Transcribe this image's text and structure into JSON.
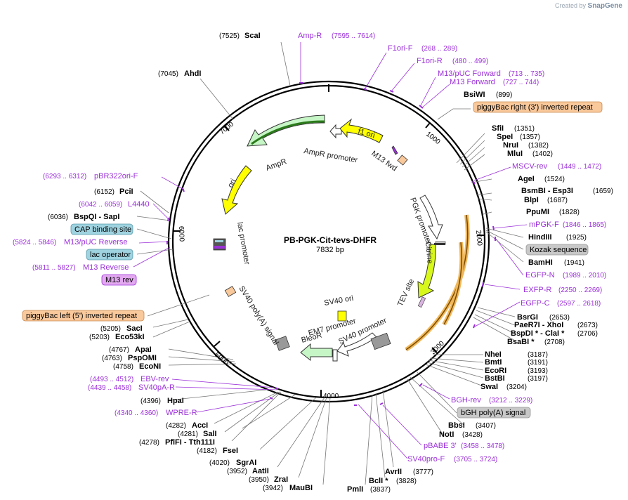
{
  "watermark": {
    "prefix": "Created by",
    "brand": "SnapGene"
  },
  "plasmid": {
    "name": "PB-PGK-Cit-tevs-DHFR",
    "length_label": "7832 bp",
    "length": 7832
  },
  "ticks": [
    "1000",
    "2000",
    "3000",
    "4000",
    "5000",
    "6000",
    "7000"
  ],
  "sites_right": [
    {
      "name": "BsiWI",
      "pos": "(899)"
    },
    {
      "name": "SfiI",
      "pos": "(1351)"
    },
    {
      "name": "SpeI",
      "pos": "(1357)"
    },
    {
      "name": "NruI",
      "pos": "(1382)"
    },
    {
      "name": "MluI",
      "pos": "(1402)"
    },
    {
      "name": "AgeI",
      "pos": "(1524)"
    },
    {
      "name": "BsmBI  - Esp3I",
      "pos": "(1659)"
    },
    {
      "name": "BlpI",
      "pos": "(1687)"
    },
    {
      "name": "PpuMI",
      "pos": "(1828)"
    },
    {
      "name": "HindIII",
      "pos": "(1925)"
    },
    {
      "name": "BamHI",
      "pos": "(1941)"
    },
    {
      "name": "BsrGI",
      "pos": "(2653)"
    },
    {
      "name": "PaeR7I  - XhoI",
      "pos": "(2673)"
    },
    {
      "name": "BspDI *  - ClaI *",
      "pos": "(2706)"
    },
    {
      "name": "BsaBI *",
      "pos": "(2708)"
    },
    {
      "name": "NheI",
      "pos": "(3187)"
    },
    {
      "name": "BmtI",
      "pos": "(3191)"
    },
    {
      "name": "EcoRI",
      "pos": "(3193)"
    },
    {
      "name": "BstBI",
      "pos": "(3197)"
    },
    {
      "name": "SwaI",
      "pos": "(3204)"
    },
    {
      "name": "BbsI",
      "pos": "(3407)"
    },
    {
      "name": "NotI",
      "pos": "(3428)"
    }
  ],
  "sites_bottom": [
    {
      "name": "AvrII",
      "pos": "(3777)"
    },
    {
      "name": "BclI *",
      "pos": "(3828)"
    },
    {
      "name": "PmlI",
      "pos": "(3837)"
    },
    {
      "name": "MauBI",
      "pos": "(3942)"
    },
    {
      "name": "ZraI",
      "pos": "(3950)"
    },
    {
      "name": "AatII",
      "pos": "(3952)"
    },
    {
      "name": "SgrAI",
      "pos": "(4020)"
    },
    {
      "name": "FseI",
      "pos": "(4182)"
    },
    {
      "name": "PflFI  - Tth111I",
      "pos": "(4278)"
    },
    {
      "name": "SalI",
      "pos": "(4281)"
    },
    {
      "name": "AccI",
      "pos": "(4282)"
    }
  ],
  "sites_left": [
    {
      "name": "ScaI",
      "pos": "(7525)"
    },
    {
      "name": "AhdI",
      "pos": "(7045)"
    },
    {
      "name": "PciI",
      "pos": "(6152)"
    },
    {
      "name": "BspQI   - SapI",
      "pos": "(6036)"
    },
    {
      "name": "SacI",
      "pos": "(5205)"
    },
    {
      "name": "Eco53kI",
      "pos": "(5203)"
    },
    {
      "name": "ApaI",
      "pos": "(4767)"
    },
    {
      "name": "PspOMI",
      "pos": "(4763)"
    },
    {
      "name": "EcoNI",
      "pos": "(4758)"
    },
    {
      "name": "HpaI",
      "pos": "(4396)"
    }
  ],
  "primers": [
    {
      "name": "Amp-R",
      "pos": "(7595 .. 7614)"
    },
    {
      "name": "F1ori-F",
      "pos": "(268 .. 289)"
    },
    {
      "name": "F1ori-R",
      "pos": "(480 .. 499)"
    },
    {
      "name": "M13/pUC Forward",
      "pos": "(713 .. 735)"
    },
    {
      "name": "M13 Forward",
      "pos": "(727 .. 744)"
    },
    {
      "name": "MSCV-rev",
      "pos": "(1449 .. 1472)"
    },
    {
      "name": "mPGK-F",
      "pos": "(1846 .. 1865)"
    },
    {
      "name": "EGFP-N",
      "pos": "(1989 .. 2010)"
    },
    {
      "name": "EXFP-R",
      "pos": "(2250 .. 2269)"
    },
    {
      "name": "EGFP-C",
      "pos": "(2597 .. 2618)"
    },
    {
      "name": "BGH-rev",
      "pos": "(3212 .. 3229)"
    },
    {
      "name": "pBABE 3'",
      "pos": "(3458 .. 3478)"
    },
    {
      "name": "SV40pro-F",
      "pos": "(3705 .. 3724)"
    },
    {
      "name": "pBR322ori-F",
      "pos": "(6293 .. 6312)"
    },
    {
      "name": "L4440",
      "pos": "(6042 .. 6059)"
    },
    {
      "name": "M13/pUC Reverse",
      "pos": "(5824 .. 5846)"
    },
    {
      "name": "M13 Reverse",
      "pos": "(5811 .. 5827)"
    },
    {
      "name": "EBV-rev",
      "pos": "(4493 .. 4512)"
    },
    {
      "name": "SV40pA-R",
      "pos": "(4439 .. 4458)"
    },
    {
      "name": "WPRE-R",
      "pos": "(4340 .. 4360)"
    }
  ],
  "boxed_labels": [
    {
      "name": "piggyBac right (3') inverted repeat",
      "color": "#f9c89b"
    },
    {
      "name": "Kozak sequence",
      "color": "#c8c8c8"
    },
    {
      "name": "bGH poly(A) signal",
      "color": "#c8c8c8"
    },
    {
      "name": "CAP binding site",
      "color": "#9fd3e0"
    },
    {
      "name": "lac operator",
      "color": "#9fd3e0"
    },
    {
      "name": "M13 rev",
      "color": "#e3a9f0"
    },
    {
      "name": "piggyBac left (5') inverted repeat",
      "color": "#f9c89b"
    }
  ],
  "features": [
    {
      "name": "f1 ori",
      "color": "#ffff00"
    },
    {
      "name": "AmpR promoter",
      "color": "#ffffff"
    },
    {
      "name": "AmpR",
      "color": "#c6f5c6"
    },
    {
      "name": "ori",
      "color": "#ffff00"
    },
    {
      "name": "M13 fwd",
      "color": "#9b30d9"
    },
    {
      "name": "lac promoter",
      "color": "#ffffff"
    },
    {
      "name": "PGK promoter",
      "color": "#ffffff"
    },
    {
      "name": "Citrine",
      "color": "#d8f81c"
    },
    {
      "name": "TEV site",
      "color": "#d9b3e0"
    },
    {
      "name": "SV40 ori",
      "color": "#ffff00"
    },
    {
      "name": "SV40 poly(A) signal",
      "color": "#999999"
    },
    {
      "name": "EM7 promoter",
      "color": "#ffffff"
    },
    {
      "name": "BleoR",
      "color": "#c6f5c6"
    },
    {
      "name": "SV40 promoter",
      "color": "#ffffff"
    }
  ]
}
